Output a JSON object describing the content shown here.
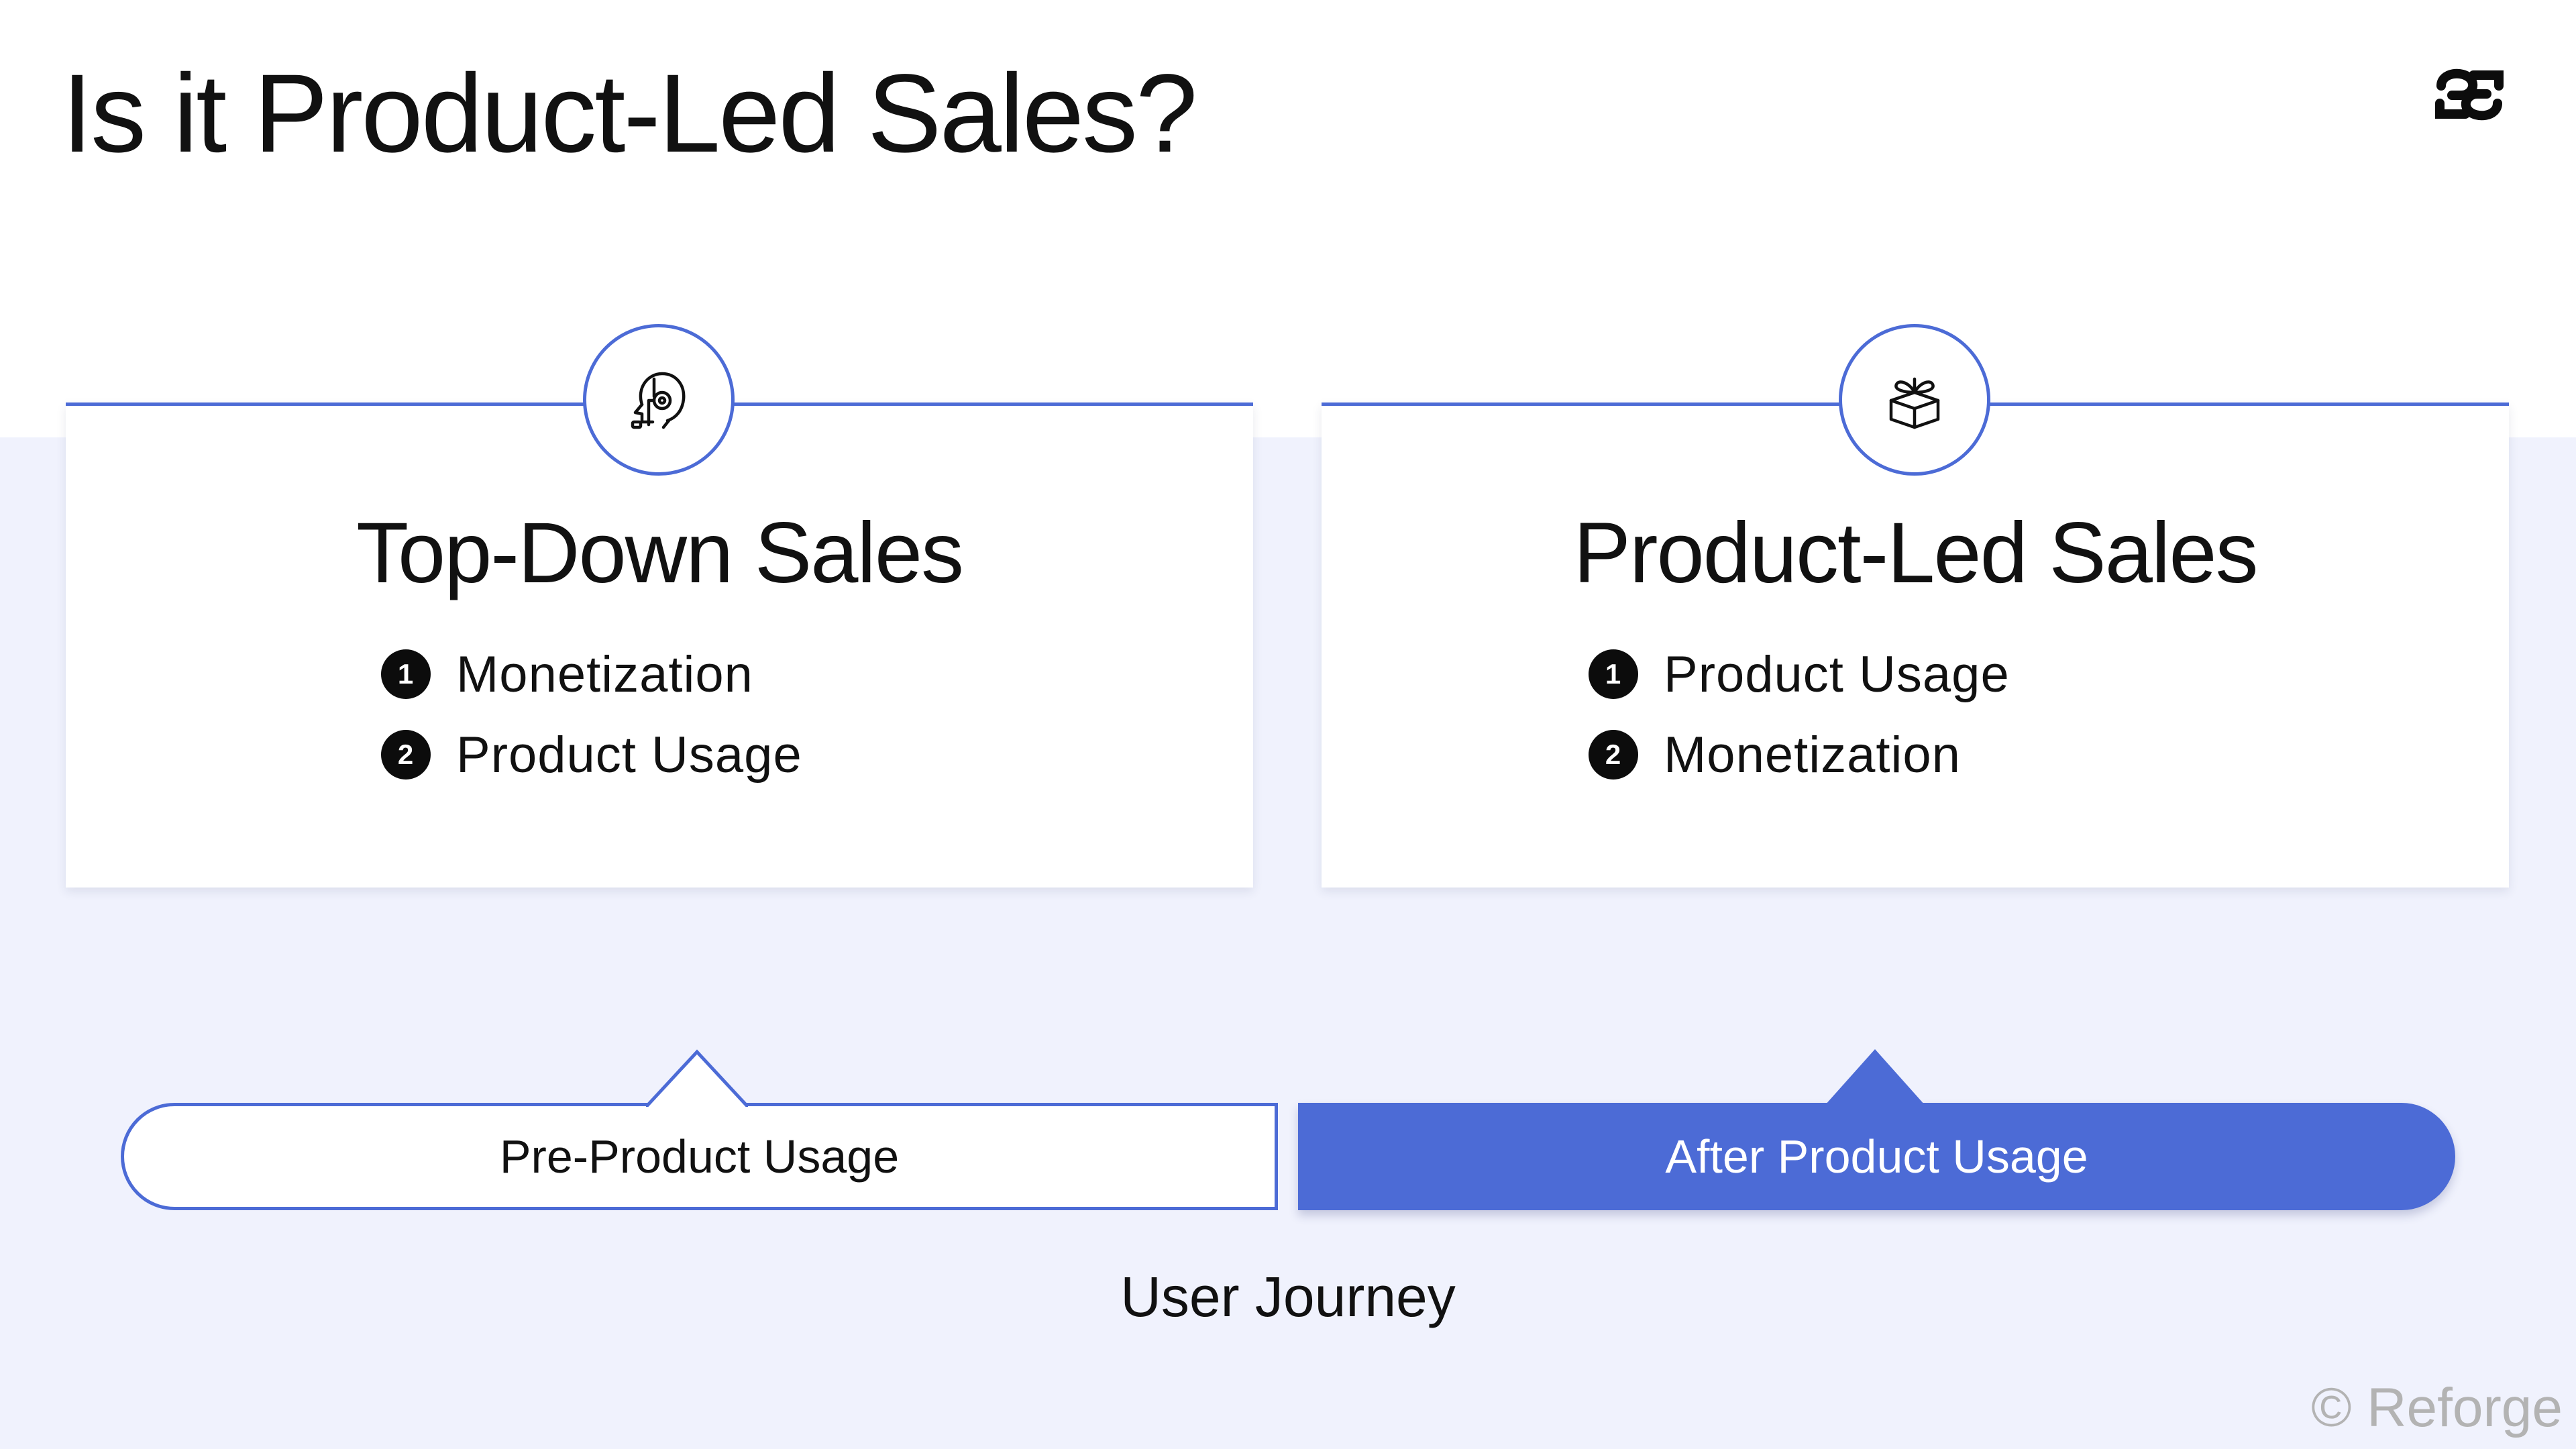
{
  "header": {
    "title": "Is it Product-Led Sales?"
  },
  "cards": [
    {
      "icon": "headset-agent-icon",
      "title": "Top-Down Sales",
      "items": [
        {
          "num": "1",
          "label": "Monetization"
        },
        {
          "num": "2",
          "label": "Product Usage"
        }
      ]
    },
    {
      "icon": "gift-box-icon",
      "title": "Product-Led Sales",
      "items": [
        {
          "num": "1",
          "label": "Product Usage"
        },
        {
          "num": "2",
          "label": "Monetization"
        }
      ]
    }
  ],
  "journey": {
    "pre_label": "Pre-Product Usage",
    "after_label": "After Product Usage",
    "caption": "User Journey"
  },
  "footer": {
    "copyright": "© Reforge"
  },
  "colors": {
    "accent": "#4c6bd6",
    "background_lower": "#f0f2fd",
    "text": "#111111",
    "copyright": "#b3b3b3"
  }
}
